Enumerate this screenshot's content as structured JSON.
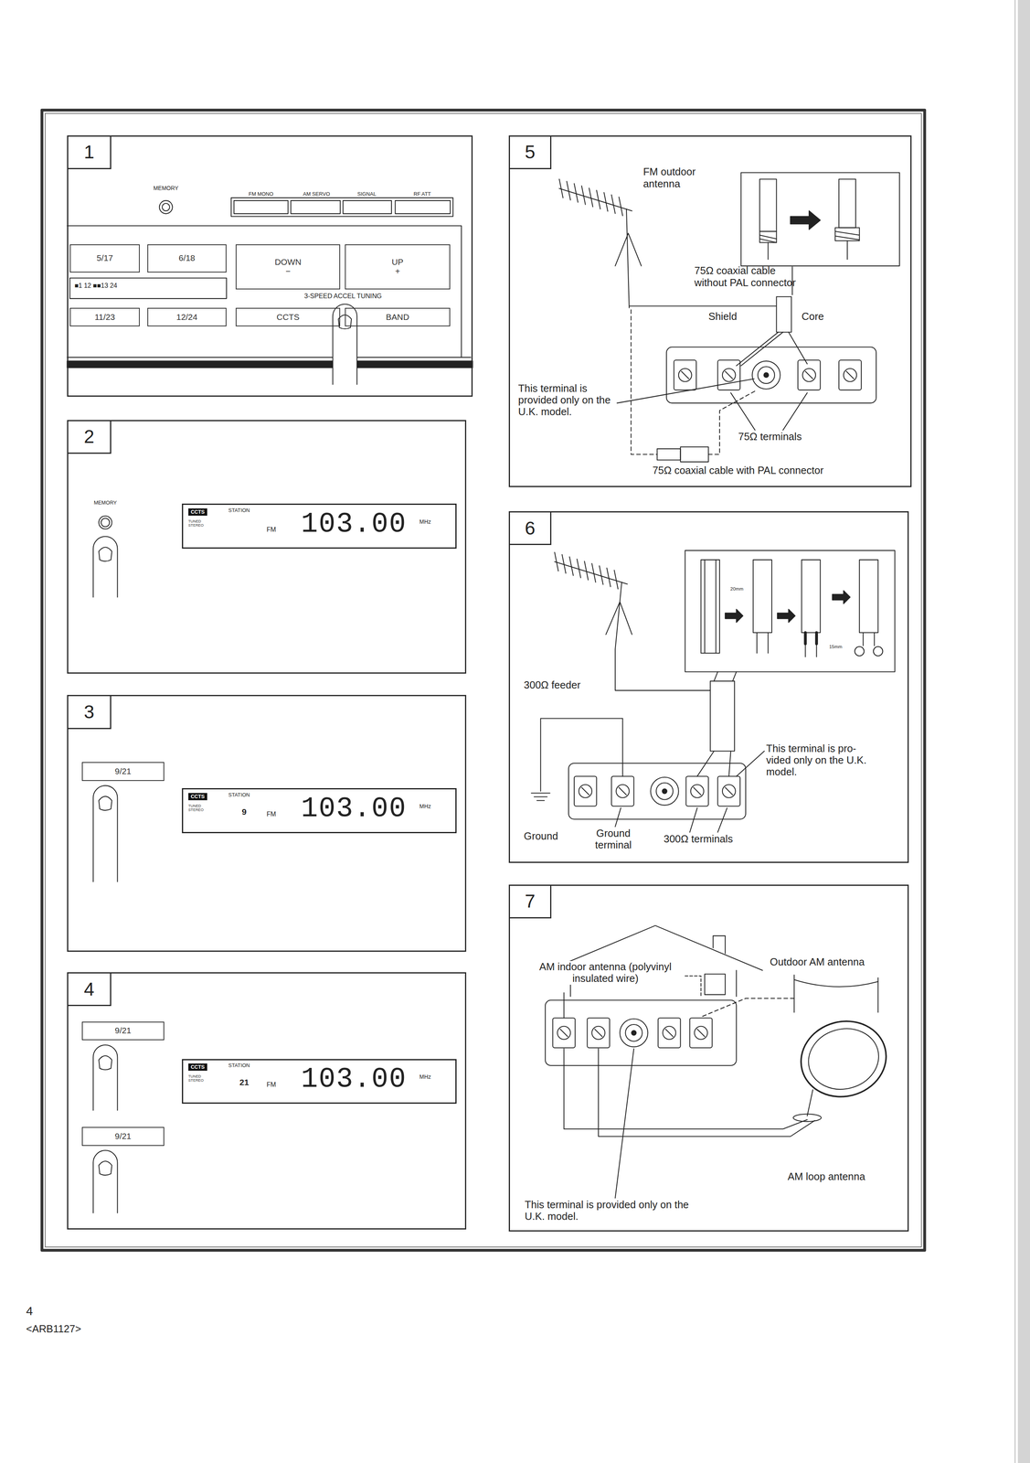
{
  "diagram": {
    "nodes": [
      {
        "text": [
          "1"
        ]
      },
      {
        "text": [
          "5/17"
        ],
        "in": 0
      },
      {
        "text": [
          "6/18"
        ],
        "in": 0
      },
      {
        "text": [
          "DOWN",
          "−"
        ],
        "in": 0
      },
      {
        "text": [
          "UP",
          "+"
        ],
        "in": 0
      },
      {
        "text": [
          "11/23"
        ],
        "in": 0
      },
      {
        "text": [
          "12/24"
        ],
        "in": 0
      },
      {
        "text": [
          "CCTS"
        ],
        "in": 0
      },
      {
        "text": [
          "BAND"
        ],
        "in": 0
      },
      {
        "text": [
          "2"
        ]
      },
      {
        "text": [
          "CCTS",
          "TUNED STEREO",
          "STATION",
          "FM",
          "103.00",
          "MHz"
        ],
        "in": 9
      },
      {
        "text": [
          "3"
        ]
      },
      {
        "text": [
          "9/21"
        ],
        "in": 11
      },
      {
        "text": [
          "CCTS",
          "TUNED STEREO",
          "STATION",
          "9",
          "FM",
          "103.00",
          "MHz"
        ],
        "in": 11
      },
      {
        "text": [
          "4"
        ]
      },
      {
        "text": [
          "9/21"
        ],
        "in": 14
      },
      {
        "text": [
          "9/21"
        ],
        "in": 14
      },
      {
        "text": [
          "CCTS",
          "TUNED STEREO",
          "STATION",
          "21",
          "FM",
          "103.00",
          "MHz"
        ],
        "in": 14
      },
      {
        "text": [
          "5"
        ]
      },
      {
        "text": [
          "6"
        ]
      },
      {
        "text": [
          "7"
        ]
      }
    ],
    "labels": [
      "MEMORY",
      "FM MONO",
      "AM SERVO",
      "SIGNAL",
      "RF ATT",
      "■1 12 ■■13 24",
      "3-SPEED ACCEL TUNING",
      "MEMORY",
      "FM outdoor antenna",
      "75Ω coaxial cable without PAL connector",
      "Shield",
      "Core",
      "This terminal is provided only on the U.K. model.",
      "75Ω terminals",
      "75Ω coaxial cable with PAL connector",
      "300Ω feeder",
      "20mm",
      "15mm",
      "This terminal is pro- vided only on the U.K. model.",
      "Ground",
      "Ground terminal",
      "300Ω terminals",
      "Outdoor AM antenna",
      "AM indoor antenna (polyvinyl insulated wire)",
      "AM loop antenna",
      "This terminal is provided only on the U.K. model.",
      "4",
      "<ARB1127>"
    ]
  }
}
